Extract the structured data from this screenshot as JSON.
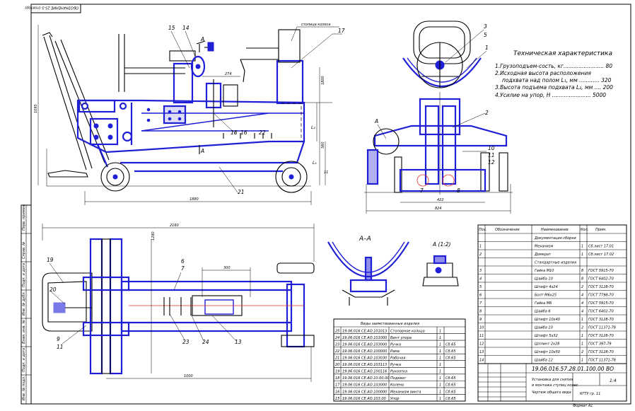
{
  "stamp": "ОБОЗНАЧЕНИЕ 25-5 (повтор)",
  "side_view": {
    "labels": {
      "p15": "15",
      "p14": "14",
      "section_a_top": "А",
      "section_a_bot": "А",
      "p17": "17",
      "wheel_note": "стопица колеса",
      "p16": "16",
      "p18": "18",
      "p22": "22",
      "p21": "21",
      "p11": "11",
      "l1": "L₁",
      "l2": "L₂"
    },
    "dims": {
      "d274": "274",
      "d1880": "1880",
      "d1095": "1095",
      "d560": "560",
      "d1800": "1800"
    }
  },
  "front_view": {
    "labels": {
      "p3": "3",
      "p5": "5",
      "p1": "1",
      "p2": "2",
      "pA": "А",
      "p10": "10",
      "p11": "11",
      "p12": "12",
      "p7": "7",
      "p8": "8"
    },
    "dims": {
      "d422": "422",
      "d824": "824"
    }
  },
  "tech_specs": {
    "title": "Техническая характеристика",
    "lines": [
      "1.Грузоподъем-сость, кг........................ 80",
      "2.Исходная высота расположения",
      "подхвата над полом L₁, мм ............ 320",
      "3.Высота подъема подхвата L₂, мм .... 200",
      "4.Усилие на упор, Н ....................... 5000"
    ]
  },
  "plan_view": {
    "labels": {
      "p19": "19",
      "p20": "20",
      "p9": "9",
      "p11": "11",
      "p6": "6",
      "p7": "7",
      "p23": "23",
      "p24": "24",
      "p13": "13"
    },
    "dims": {
      "d2160": "2160",
      "d1280": "1280",
      "d300": "300",
      "d1000": "1000"
    }
  },
  "section_aa": {
    "title": "А–А"
  },
  "detail_a": {
    "title": "А (1:2)"
  },
  "borrowed_table": {
    "title": "Виды заимствованные изделия",
    "rows": [
      {
        "n": "25",
        "code": "19.06.016 СЕ.АО.101013",
        "name": "Стопорное кольцо",
        "q": "1",
        "note": ""
      },
      {
        "n": "24",
        "code": "19.06.016 СЕ.АО.101000",
        "name": "Винт упора",
        "q": "1",
        "note": ""
      },
      {
        "n": "23",
        "code": "19.06.016 СЕ.АО.103000",
        "name": "Ручка",
        "q": "1",
        "note": "Сб.65"
      },
      {
        "n": "22",
        "code": "19.06.016 СЕ.АО.100000",
        "name": "Рама",
        "q": "1",
        "note": "Сб.65"
      },
      {
        "n": "21",
        "code": "19.06.016 СЕ.АО.103030",
        "name": "Рабочая",
        "q": "1",
        "note": "Сб.65"
      },
      {
        "n": "20",
        "code": "19.06.016 СЕ.АО.103113",
        "name": "Ручка",
        "q": "1",
        "note": ""
      },
      {
        "n": "19",
        "code": "19.06.016 СЕ.АО.100116",
        "name": "Рукоятка",
        "q": "1",
        "note": ""
      },
      {
        "n": "18",
        "code": "19.06.016 СЕ.АО.10.00.00",
        "name": "Подхват",
        "q": "1",
        "note": "Сб.65"
      },
      {
        "n": "17",
        "code": "19.06.016 СЕ.АО.103000",
        "name": "Колено",
        "q": "1",
        "note": "Сб.65"
      },
      {
        "n": "16",
        "code": "19.06.016 СЕ.АО.100000",
        "name": "Механизм винта",
        "q": "1",
        "note": "Сб.65"
      },
      {
        "n": "15",
        "code": "19.06.016 СЕ.АО.103.00",
        "name": "Упор",
        "q": "1",
        "note": "Сб.65"
      }
    ]
  },
  "spec_table": {
    "headers": [
      "Поз.",
      "Обозначение",
      "Наименование",
      "Кол.",
      "Прим."
    ],
    "rows": [
      {
        "n": "",
        "name": "Документация сборки",
        "q": "",
        "note": ""
      },
      {
        "n": "1",
        "name": "Механизм",
        "q": "1",
        "note": "Сб.лист 17.01"
      },
      {
        "n": "2",
        "name": "Домкрат",
        "q": "1",
        "note": "Сб.лист 17.02"
      },
      {
        "n": "",
        "name": "Стандартные изделия",
        "q": "",
        "note": ""
      },
      {
        "n": "3",
        "name": "Гайка М10",
        "q": "8",
        "note": "ГОСТ 5915-70"
      },
      {
        "n": "4",
        "name": "Шайба 10",
        "q": "8",
        "note": "ГОСТ 6402-70"
      },
      {
        "n": "5",
        "name": "Штифт 4х24",
        "q": "2",
        "note": "ГОСТ 3128-70"
      },
      {
        "n": "6",
        "name": "Болт М6х25",
        "q": "4",
        "note": "ГОСТ 7798-70"
      },
      {
        "n": "7",
        "name": "Гайка М6",
        "q": "4",
        "note": "ГОСТ 5915-70"
      },
      {
        "n": "8",
        "name": "Шайба 6",
        "q": "4",
        "note": "ГОСТ 6402-70"
      },
      {
        "n": "9",
        "name": "Штифт 10х40",
        "q": "1",
        "note": "ГОСТ 3128-70"
      },
      {
        "n": "10",
        "name": "Шайба 10",
        "q": "2",
        "note": "ГОСТ 11371-78"
      },
      {
        "n": "11",
        "name": "Штифт 5х32",
        "q": "1",
        "note": "ГОСТ 3128-70"
      },
      {
        "n": "12",
        "name": "Шплинт 2х28",
        "q": "1",
        "note": "ГОСТ 397-79"
      },
      {
        "n": "13",
        "name": "Штифт 10х50",
        "q": "2",
        "note": "ГОСТ 3128-70"
      },
      {
        "n": "14",
        "name": "Шайба 12",
        "q": "1",
        "note": "ГОСТ 11371-78"
      }
    ]
  },
  "title_block": {
    "designation": "19.06.016.57.28.01.100.00 ВО",
    "name_line1": "Установка для снятия",
    "name_line2": "и монтажа ступиц колес",
    "name_line3": "Чертеж общего вида",
    "scale": "1:4",
    "org": "КГТУ гр. 11",
    "sheet": "Формат А1"
  },
  "left_strip": [
    "Перв. примен.",
    "Справ. №",
    "Подп. и дата",
    "Инв. № дубл.",
    "Взам. инв. №",
    "Подп. и дата",
    "Инв. № подл."
  ]
}
